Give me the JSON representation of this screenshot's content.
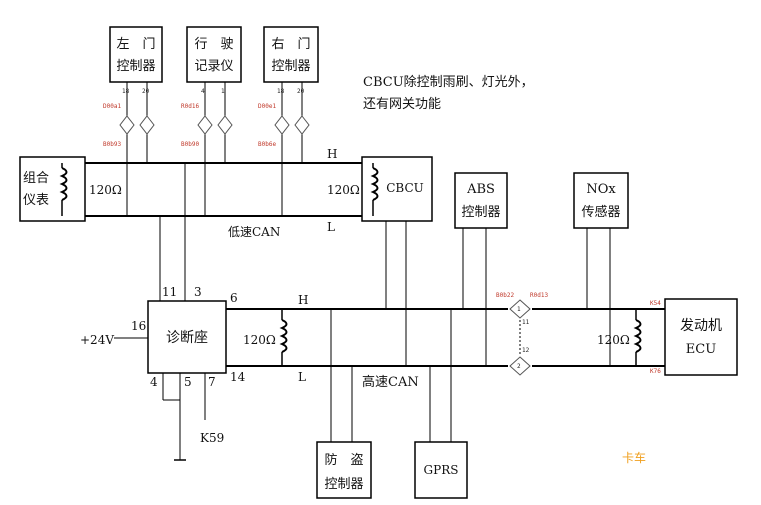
{
  "nodes": {
    "left_door": [
      "左　门",
      "控制器"
    ],
    "tachograph": [
      "行　驶",
      "记录仪"
    ],
    "right_door": [
      "右　门",
      "控制器"
    ],
    "cluster": [
      "组合",
      "仪表"
    ],
    "cbcu": "CBCU",
    "abs": [
      "ABS",
      "控制器"
    ],
    "nox": [
      "NOx",
      "传感器"
    ],
    "diag": "诊断座",
    "engine": [
      "发动机",
      "ECU"
    ],
    "antitheft": [
      "防　盗",
      "控制器"
    ],
    "gprs": "GPRS"
  },
  "note": [
    "CBCU除控制雨刷、灯光外，",
    "还有网关功能"
  ],
  "bus": {
    "low_label": "低速CAN",
    "high_label": "高速CAN",
    "H": "H",
    "L": "L",
    "r120": "120Ω"
  },
  "pins": {
    "p11": "11",
    "p3": "3",
    "p6": "6",
    "p16": "16",
    "p14": "14",
    "p4": "4",
    "p5": "5",
    "p7": "7"
  },
  "power": "+24V",
  "k59": "K59",
  "connector_codes": {
    "ld_top": "D00a1",
    "ld_bot": "B0b93",
    "td_top": "R0d16",
    "td_bot": "B0b90",
    "rd_top": "D00e1",
    "rd_bot": "B0b6e",
    "hs_left": "B0b22",
    "hs_right": "R0d13",
    "eng_top": "K54",
    "eng_bot": "K76",
    "ld_p1": "18",
    "ld_p2": "20",
    "td_p1": "4",
    "td_p2": "1",
    "rd_p1": "18",
    "rd_p2": "20",
    "c1": "1",
    "c2": "2",
    "c11": "11",
    "c12": "12"
  },
  "watermark": "卡车"
}
